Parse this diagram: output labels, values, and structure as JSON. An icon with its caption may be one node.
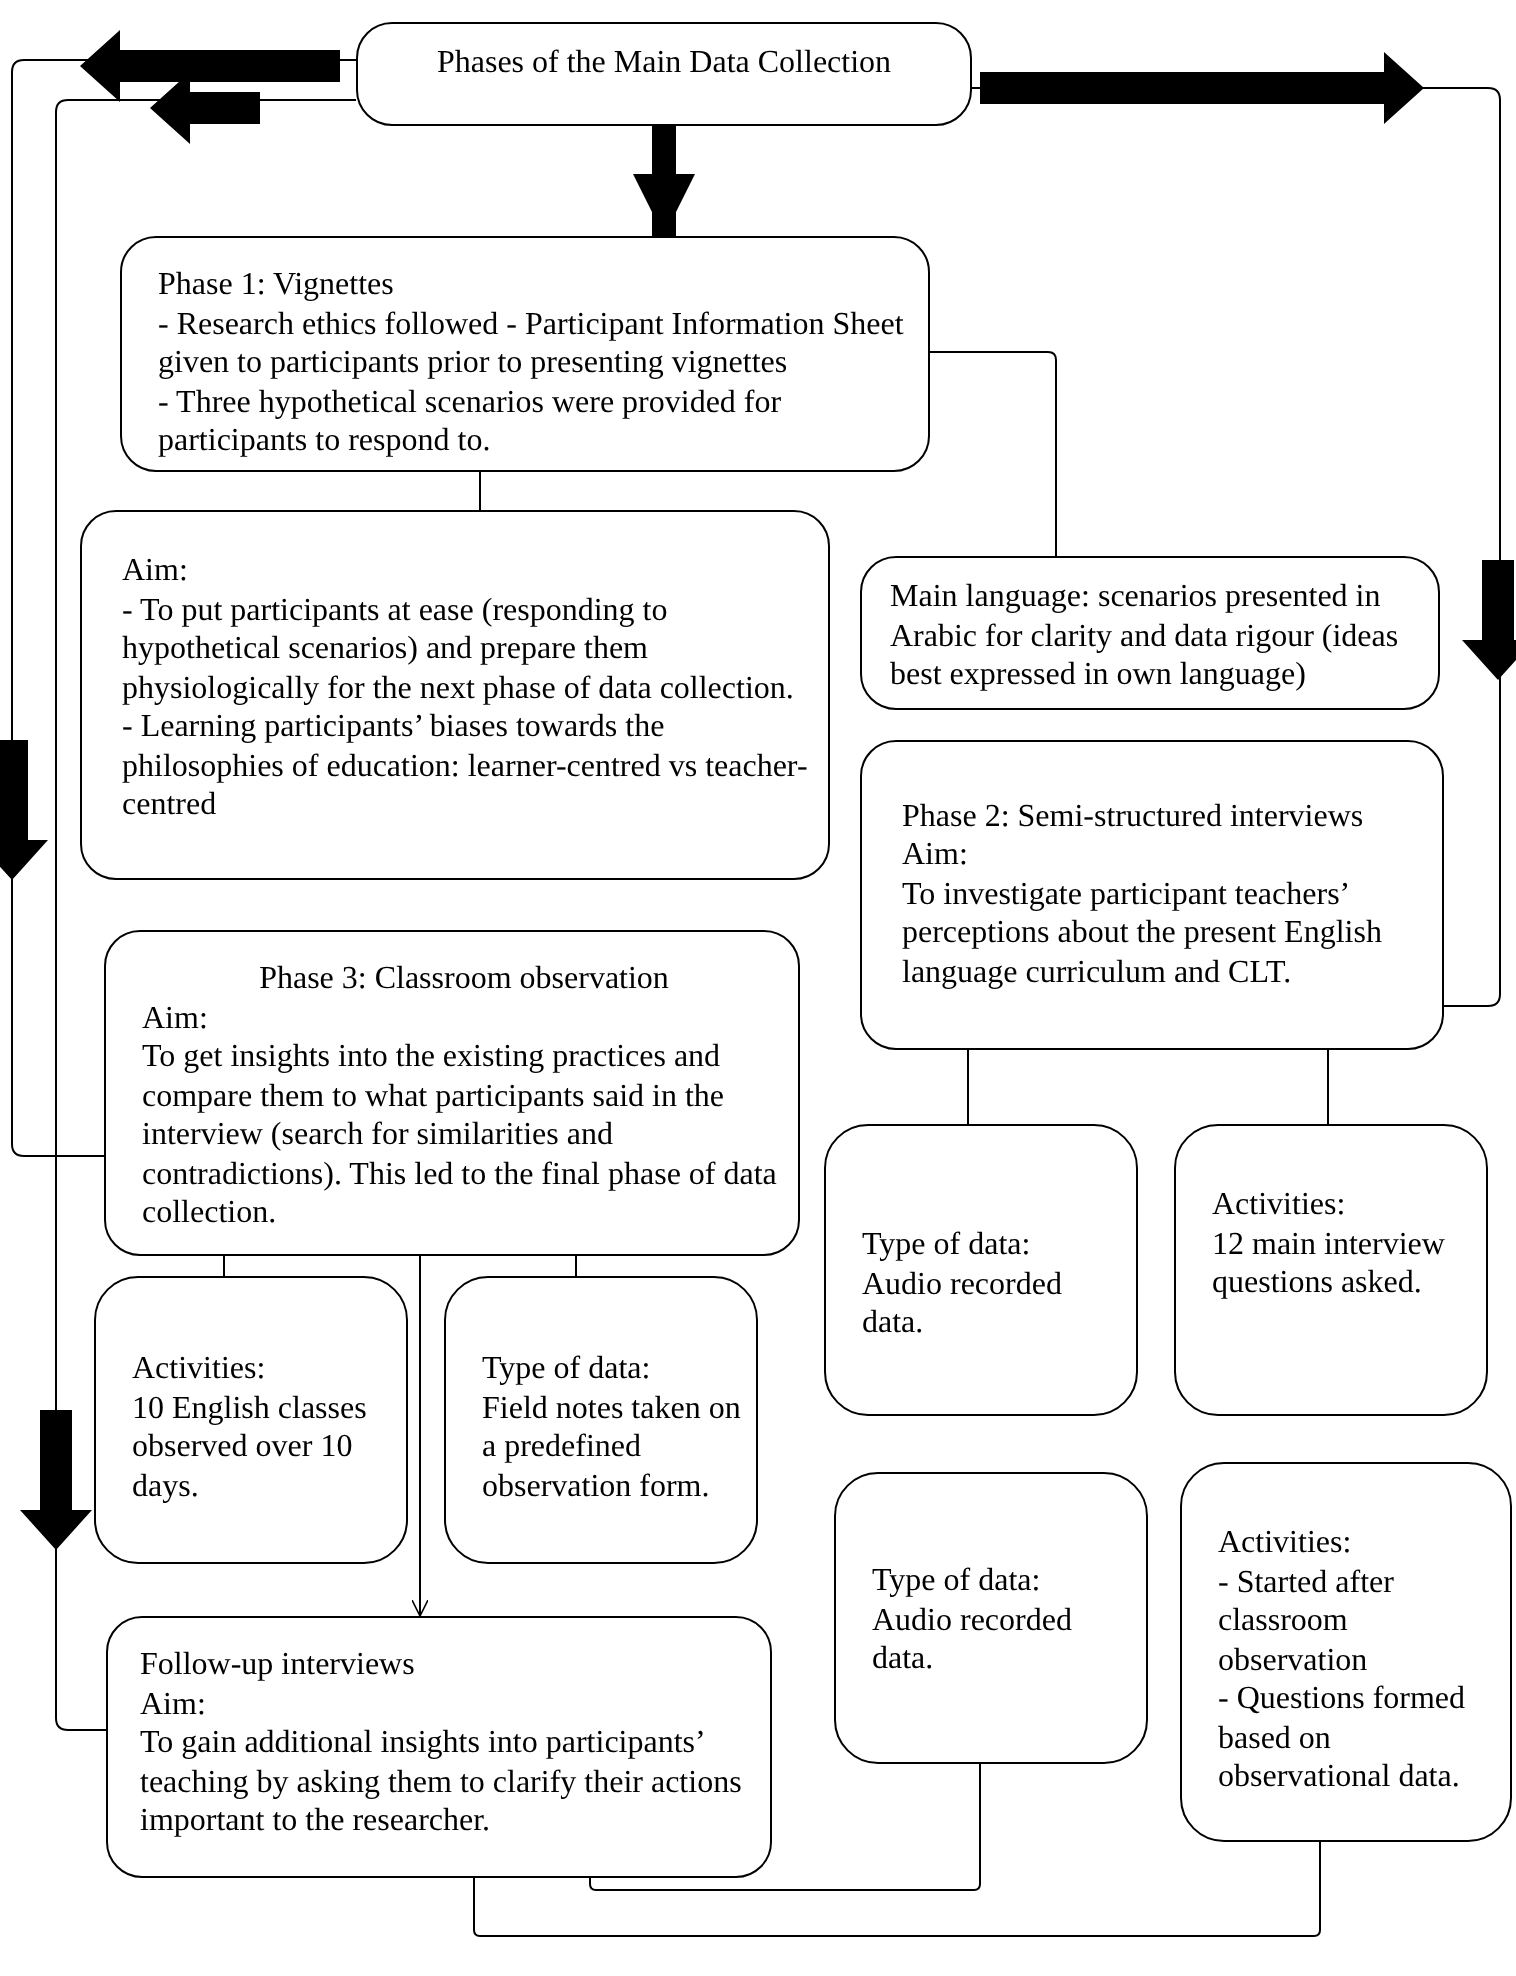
{
  "diagram": {
    "nodes": [
      {
        "text": [
          "Phases of the Main Data Collection"
        ]
      },
      {
        "text": [
          "Phase 1: Vignettes",
          "- Research ethics followed - Participant Information Sheet given to participants prior to presenting vignettes",
          "- Three hypothetical scenarios were provided for participants to respond to."
        ]
      },
      {
        "text": [
          "Aim:",
          "- To put participants at ease (responding to hypothetical scenarios) and prepare them physiologically for the next phase of data collection.",
          "- Learning participants’ biases towards the philosophies of education: learner-centred vs teacher-centred"
        ]
      },
      {
        "text": [
          "Main language: scenarios presented in Arabic for clarity and data rigour (ideas best expressed in own language)"
        ]
      },
      {
        "text": [
          "Phase 2: Semi-structured interviews",
          "Aim:",
          "To investigate participant teachers’ perceptions about the present English language curriculum and CLT."
        ]
      },
      {
        "text": [
          "Phase 3: Classroom observation",
          "Aim:",
          "To get insights into the existing practices and compare them to what participants said in the interview (search for similarities and contradictions). This led to the final phase of data collection."
        ]
      },
      {
        "text": [
          "Activities:",
          "10 English classes observed over 10 days."
        ]
      },
      {
        "text": [
          "Type of data:",
          "Field notes taken on a predefined observation form."
        ]
      },
      {
        "text": [
          "Type of data:",
          "Audio recorded data."
        ]
      },
      {
        "text": [
          "Activities:",
          "12 main interview questions asked."
        ]
      },
      {
        "text": [
          "Follow-up interviews",
          "Aim:",
          "To gain additional insights into participants’ teaching by asking them to clarify their actions important to the researcher."
        ]
      },
      {
        "text": [
          "Type of data:",
          "Audio recorded data."
        ]
      },
      {
        "text": [
          "Activities:",
          "- Started after classroom observation",
          "- Questions formed based on observational data."
        ]
      }
    ],
    "edges": [
      {
        "from": 0,
        "to": 1,
        "arrow": "to",
        "style": "thick"
      },
      {
        "from": 0,
        "to": 5,
        "arrow": "none"
      },
      {
        "from": 0,
        "to": 10,
        "arrow": "none"
      },
      {
        "from": 0,
        "to": 4,
        "arrow": "none"
      },
      {
        "from": 1,
        "to": 2,
        "arrow": "none"
      },
      {
        "from": 1,
        "to": 3,
        "arrow": "none"
      },
      {
        "from": 4,
        "to": 8,
        "arrow": "none"
      },
      {
        "from": 4,
        "to": 9,
        "arrow": "none"
      },
      {
        "from": 5,
        "to": 6,
        "arrow": "none"
      },
      {
        "from": 5,
        "to": 7,
        "arrow": "none"
      },
      {
        "from": 5,
        "to": 10,
        "arrow": "to"
      },
      {
        "from": 10,
        "to": 11,
        "arrow": "none"
      },
      {
        "from": 10,
        "to": 12,
        "arrow": "none"
      }
    ]
  }
}
